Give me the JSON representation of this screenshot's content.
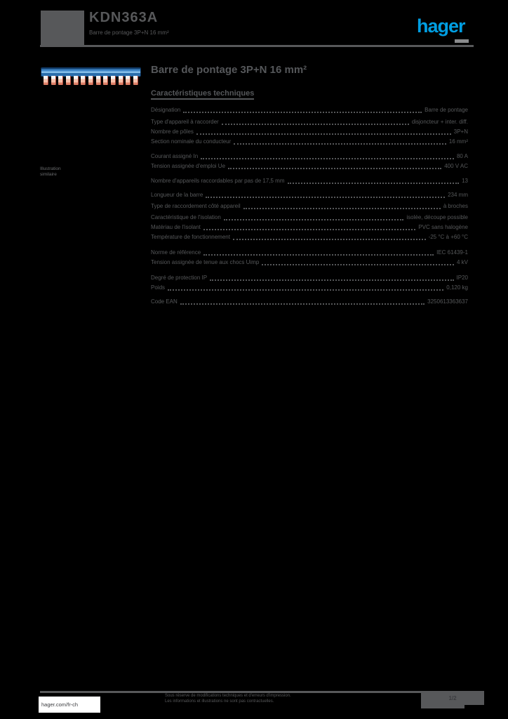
{
  "page": {
    "background": "#000000",
    "text_gray": "#56585a",
    "accent_blue": "#009ee2"
  },
  "header": {
    "reference": "KDN363A",
    "subtitle": "Barre de pontage 3P+N 16 mm²",
    "logo_text": "hager"
  },
  "product_image": {
    "alt": "barre-de-pontage-bleue",
    "pin_count": 13,
    "rail_color": "#3f86c6",
    "pin_color": "#f6c2ac"
  },
  "image_caption_lines": [
    "Illustration",
    "similaire"
  ],
  "main": {
    "title": "Barre de pontage 3P+N 16 mm²",
    "section_heading": "Caractéristiques techniques"
  },
  "specs": {
    "rows": [
      {
        "label": "Désignation",
        "value": "Barre de pontage",
        "gap": 0
      },
      {
        "label": "Type d'appareil à raccorder",
        "value": "disjoncteur + inter. diff.",
        "gap": 3
      },
      {
        "label": "Nombre de pôles",
        "value": "3P+N",
        "gap": 0
      },
      {
        "label": "Section nominale du conducteur",
        "value": "16 mm²",
        "gap": 0
      },
      {
        "label": "Courant assigné In",
        "value": "80 A",
        "gap": 7
      },
      {
        "label": "Tension assignée d'emploi Ue",
        "value": "400 V AC",
        "gap": 0
      },
      {
        "label": "Nombre d'appareils raccordables par pas de 17,5 mm",
        "value": "13",
        "gap": 7
      },
      {
        "label": "Longueur de la barre",
        "value": "234 mm",
        "gap": 6
      },
      {
        "label": "Type de raccordement côté appareil",
        "value": "à broches",
        "gap": 2
      },
      {
        "label": "Caractéristique de l'isolation",
        "value": "isolée, découpe possible",
        "gap": 2
      },
      {
        "label": "Matériau de l'isolant",
        "value": "PVC sans halogène",
        "gap": 0
      },
      {
        "label": "Température de fonctionnement",
        "value": "-25 °C à +60 °C",
        "gap": 0
      },
      {
        "label": "Norme de référence",
        "value": "IEC 61439-1",
        "gap": 8
      },
      {
        "label": "Tension assignée de tenue aux chocs Uimp",
        "value": "4 kV",
        "gap": 0
      },
      {
        "label": "Degré de protection IP",
        "value": "IP20",
        "gap": 8
      },
      {
        "label": "Poids",
        "value": "0,120 kg",
        "gap": 0
      },
      {
        "label": "Code EAN",
        "value": "3250613363637",
        "gap": 6
      }
    ]
  },
  "footer": {
    "link": "hager.com/fr-ch",
    "disclaimer_lines": [
      "Sous réserve de modifications techniques et d'erreurs d'impression.",
      "Les informations et illustrations ne sont pas contractuelles."
    ],
    "page_number": "1/2"
  }
}
